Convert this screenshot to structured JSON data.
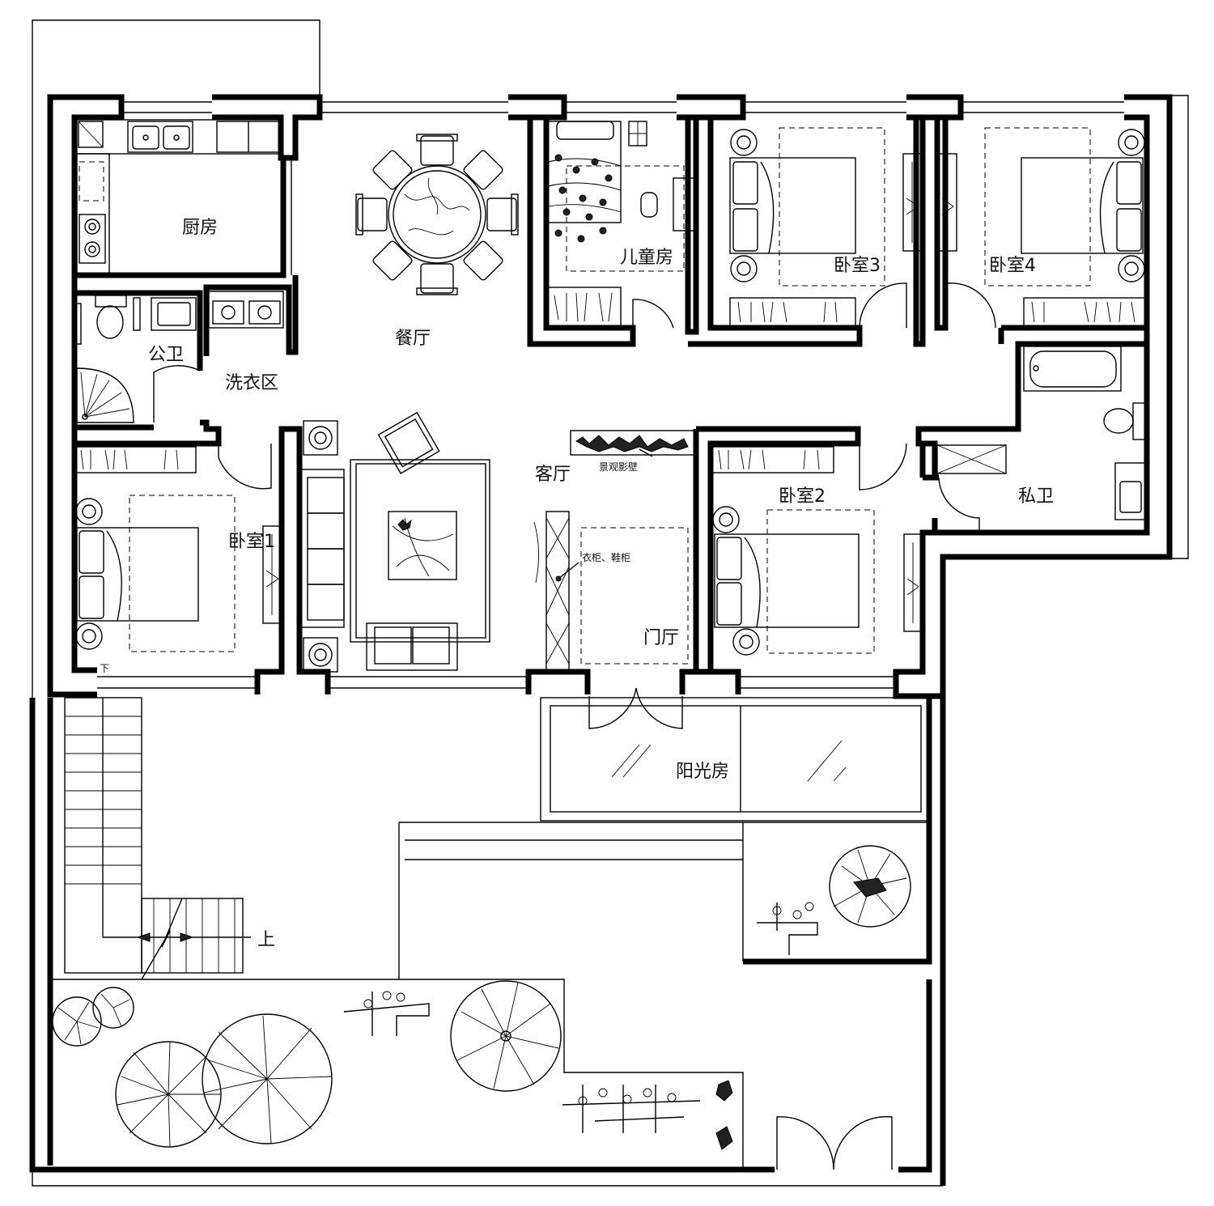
{
  "rooms": {
    "kitchen": "厨房",
    "dining": "餐厅",
    "kids_room": "儿童房",
    "bedroom3": "卧室3",
    "bedroom4": "卧室4",
    "public_bath": "公卫",
    "laundry": "洗衣区",
    "bedroom1": "卧室1",
    "living": "客厅",
    "bedroom2": "卧室2",
    "private_bath": "私卫",
    "foyer": "门厅",
    "sunroom": "阳光房"
  },
  "annotations": {
    "feature_wall": "景观影壁",
    "wardrobe_shoe": "衣柜、鞋柜",
    "stair_up": "上",
    "stair_down": "下"
  }
}
